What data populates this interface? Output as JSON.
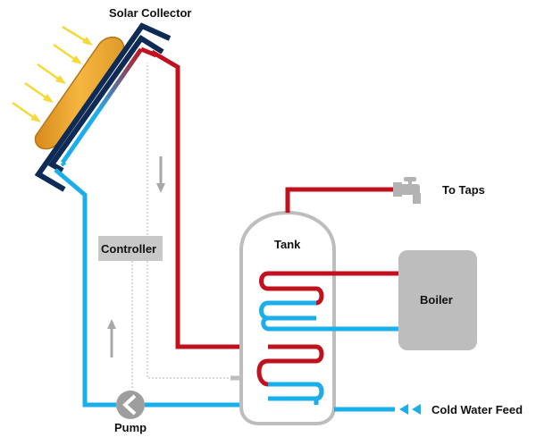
{
  "labels": {
    "solar_collector": "Solar Collector",
    "to_taps": "To Taps",
    "tank": "Tank",
    "controller": "Controller",
    "boiler": "Boiler",
    "pump": "Pump",
    "cold_water_feed": "Cold Water Feed"
  },
  "colors": {
    "hot_pipe": "#c0121e",
    "cold_pipe": "#1aaeea",
    "collector_frame": "#0d2b55",
    "panel": "#f0a830",
    "sun_ray": "#f5d93a",
    "tank_outline": "#bdbdbd",
    "boiler_fill": "#bdbdbd",
    "controller_fill": "#c8c8c8",
    "arrow_gray": "#a8a8a8"
  },
  "icons": {
    "pump": "pump-chevron-icon",
    "tap": "water-tap-icon",
    "flow_arrow": "flow-arrow-icon"
  }
}
